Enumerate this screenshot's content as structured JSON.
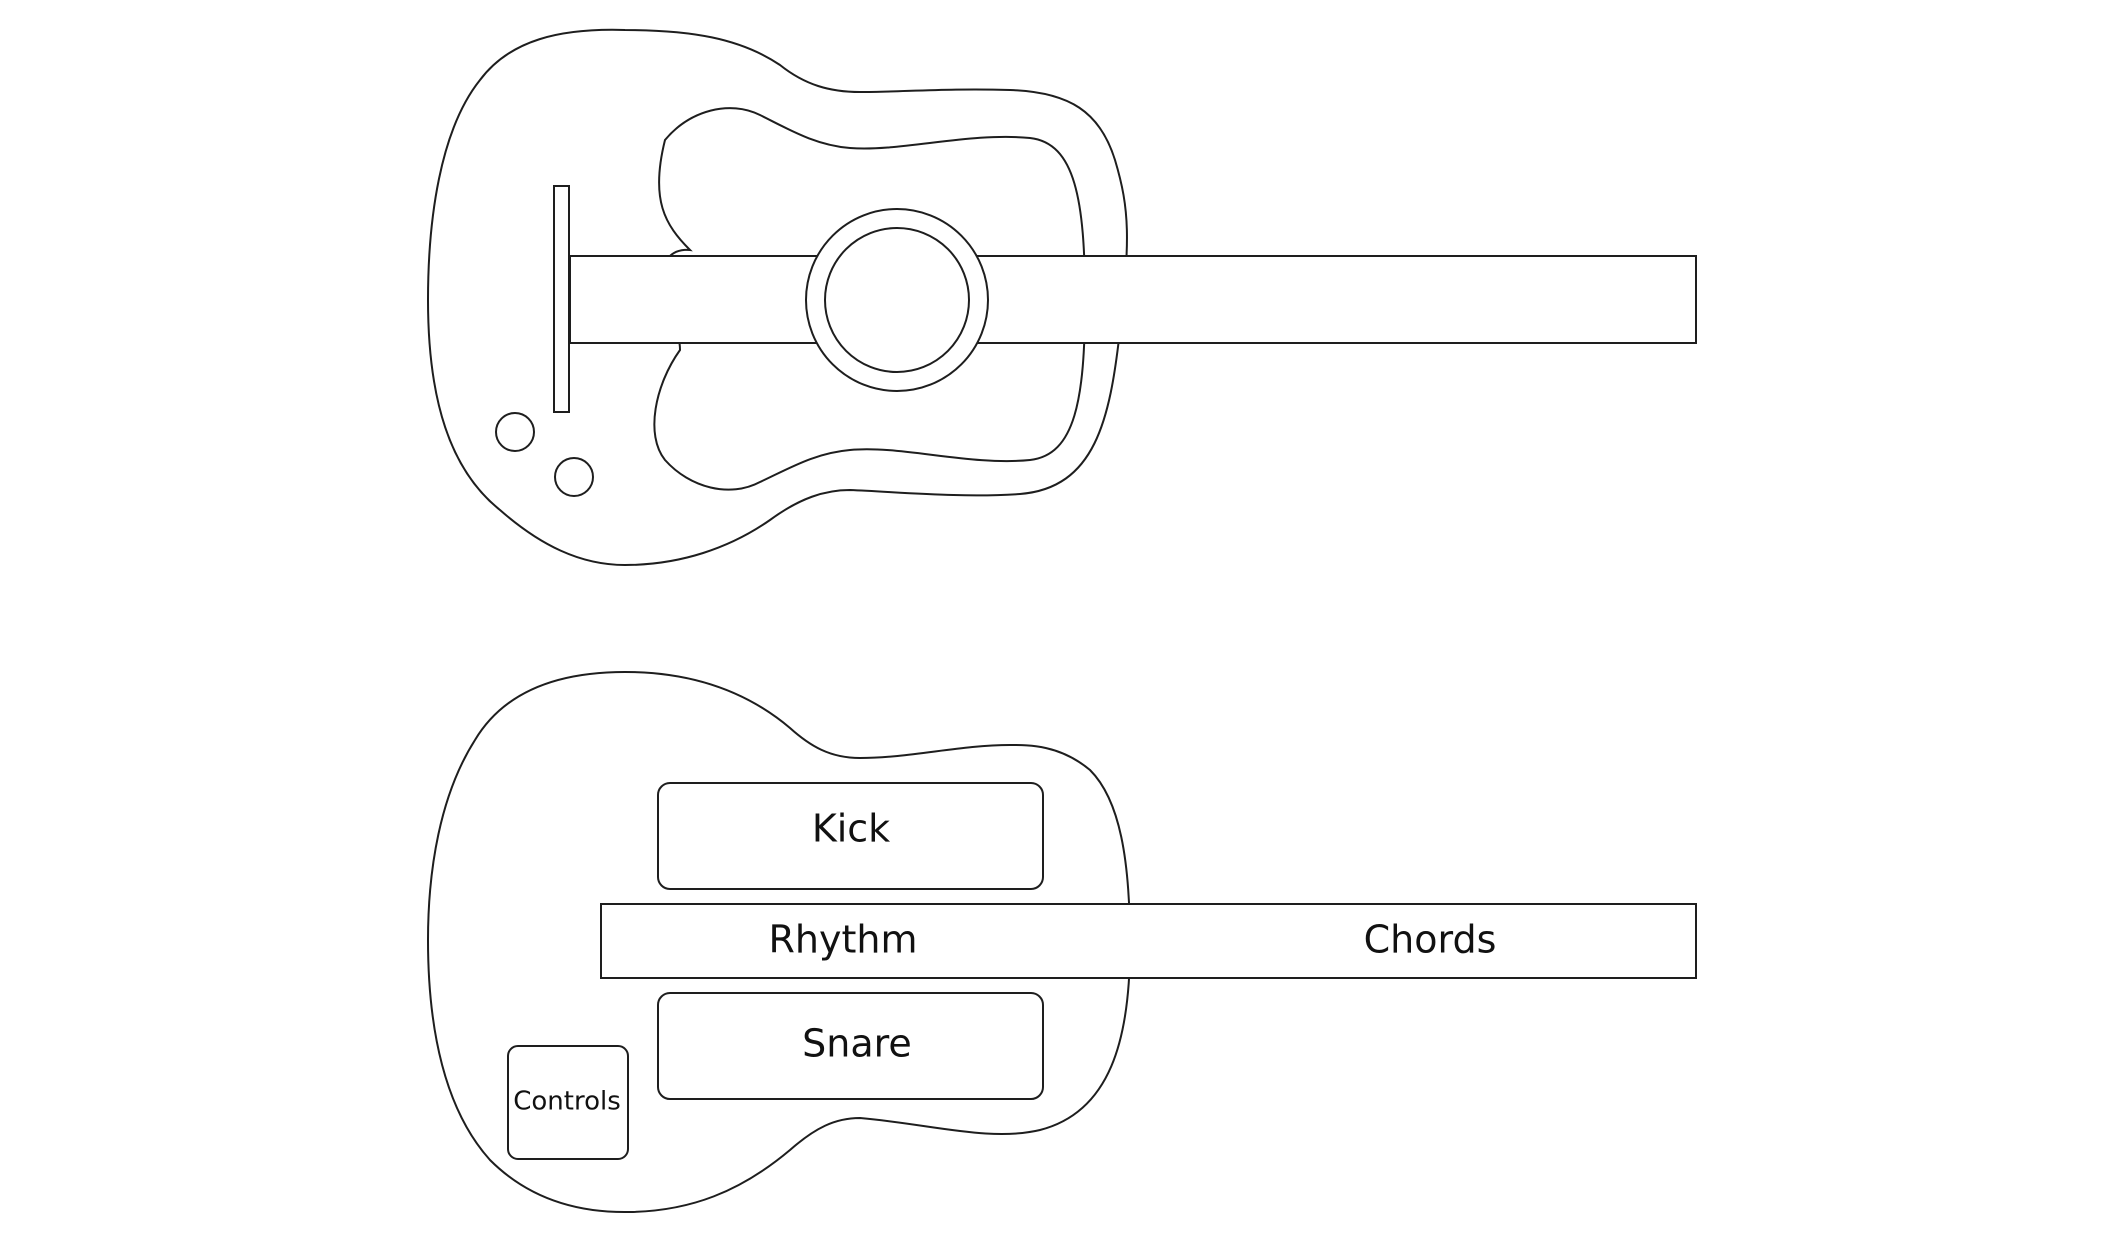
{
  "top_guitar": {
    "label": "",
    "parts": [
      "body",
      "soundboard",
      "bridge",
      "neck",
      "sound-hole",
      "control-knob",
      "control-knob"
    ]
  },
  "bottom_guitar": {
    "zones": {
      "kick": "Kick",
      "rhythm": "Rhythm",
      "chords": "Chords",
      "snare": "Snare",
      "controls": "Controls"
    }
  },
  "colors": {
    "background": "#ffffff",
    "stroke": "#1e1e1e",
    "text": "#111111"
  }
}
